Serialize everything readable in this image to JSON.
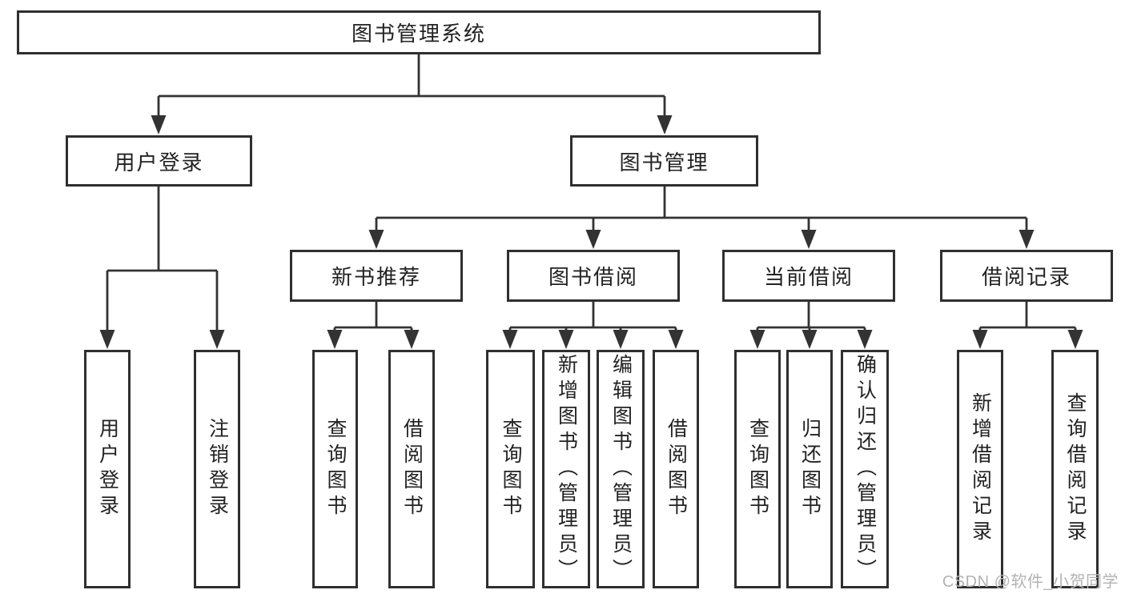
{
  "diagram": {
    "title": "图书管理系统",
    "root": {
      "label": "图书管理系统"
    },
    "branches": {
      "user_login": {
        "label": "用户登录"
      },
      "book_manage": {
        "label": "图书管理"
      }
    },
    "modules": {
      "new_book": {
        "label": "新书推荐"
      },
      "book_borrow": {
        "label": "图书借阅"
      },
      "current_borrow": {
        "label": "当前借阅"
      },
      "borrow_record": {
        "label": "借阅记录"
      }
    },
    "leaves": {
      "user_login": [
        "用户登录",
        "注销登录"
      ],
      "new_book": [
        "查询图书",
        "借阅图书"
      ],
      "book_borrow": [
        "查询图书",
        "新增图书（管理员）",
        "编辑图书（管理员）",
        "借阅图书"
      ],
      "current_borrow": [
        "查询图书",
        "归还图书",
        "确认归还（管理员）"
      ],
      "borrow_record": [
        "新增借阅记录",
        "查询借阅记录"
      ]
    }
  },
  "watermark": {
    "text": "CSDN @软件_小贺同学"
  },
  "colors": {
    "line": "#333333",
    "border": "#2f2f2f",
    "text": "#222222",
    "watermark": "#b3b3b3",
    "background": "#ffffff"
  }
}
